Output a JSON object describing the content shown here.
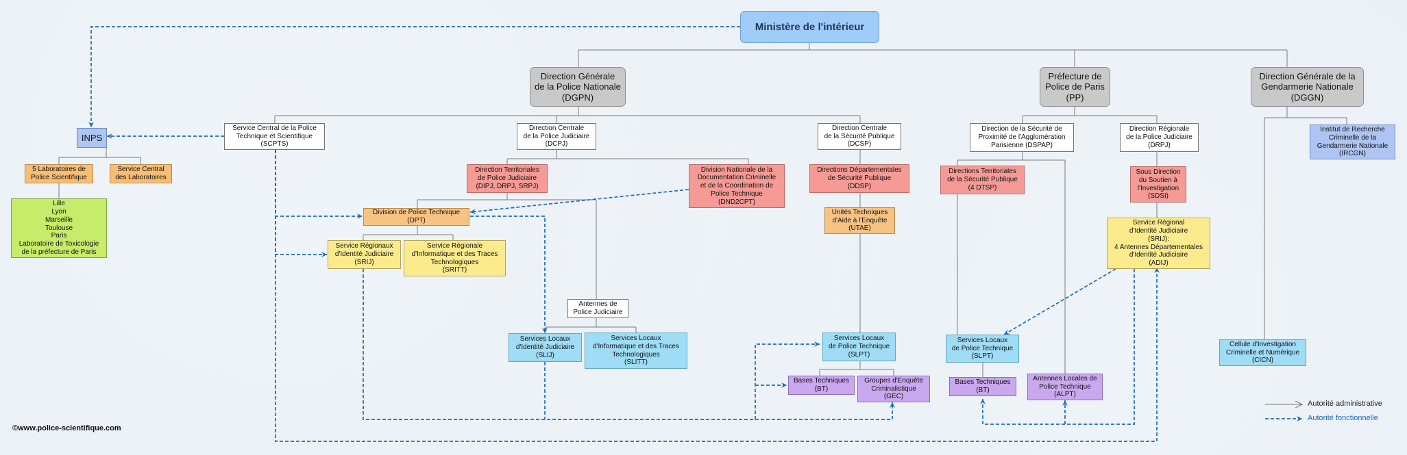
{
  "colors": {
    "admin_line": "#7b7b7b",
    "func_line": "#1c6ab4"
  },
  "nodes": {
    "ministere": "Ministère de l'intérieur",
    "dgpn": "Direction Générale\nde la Police Nationale\n(DGPN)",
    "pp": "Préfecture de\nPolice de Paris\n(PP)",
    "dggn": "Direction Générale de la\nGendarmerie Nationale\n(DGGN)",
    "inps": "INPS",
    "labos5": "5 Laboratoires de\nPolice Scientifique",
    "scl": "Service Central\ndes Laboratoires",
    "villes": "Lille\nLyon\nMarseille\nToulouse\nParis\nLaboratoire de Toxicologie\nde la préfecture de Paris",
    "scpts": "Service Central de la Police\nTechnique et Scientifique\n(SCPTS)",
    "dcpj": "Direction Centrale\nde la Police Judiciaire\n(DCPJ)",
    "dcsp": "Direction Centrale\nde la Sécurité Publique\n(DCSP)",
    "dspap": "Direction de la Sécurité de\nProximité de l'Agglomération\nParisienne (DSPAP)",
    "drpj": "Direction Régionale\nde la Police Judiciaire\n(DRPJ)",
    "ircgn": "Institut de Recherche\nCriminelle de la\nGendarmerie Nationale\n(IRCGN)",
    "dipj": "Direction Territoriales\nde Police Judiciaire\n(DIPJ, DRPJ, SRPJ)",
    "dnd2cpt": "Division Nationale de la\nDocumentation Criminelle\net de la Coordination de\nPolice Technique\n(DND2CPT)",
    "ddsp": "Directions Départementales\nde Sécurité Publique\n(DDSP)",
    "dtsp": "Directions Territoriales\nde la Sécurité Publique\n(4 DTSP)",
    "sdsi": "Sous Direction\ndu Soutien à\nl'Investigation\n(SDSI)",
    "dpt": "Division de Police Technique\n(DPT)",
    "utae": "Unités Techniques\nd'Aide à l'Enquête\n(UTAE)",
    "srij_ligne": "Service Régionaux\nd'Identité Judiciaire\n(SRIJ)",
    "sritt": "Service Régionale\nd'Informatique et des Traces\nTechnologiques\n(SRITT)",
    "srij_pp": "Service Régional\nd'Identité Judiciaire\n(SRIJ):\n4 Antennes Départementales\nd'Identité Judiciaire\n(ADIJ)",
    "antennes_pj": "Antennes de\nPolice Judiciaire",
    "slij": "Services Locaux\nd'Identité Judiciaire\n(SLIJ)",
    "slitt": "Services Locaux\nd'Informatique et des Traces\nTechnologiques\n(SLITT)",
    "slpt_dcsp": "Services Locaux\nde Police Technique\n(SLPT)",
    "slpt_pp": "Services Locaux\nde Police Technique\n(SLPT)",
    "cicn": "Cellule d'Investigation\nCriminelle et Numérique\n(CICN)",
    "bt_dcsp": "Bases Techniques\n(BT)",
    "gec": "Groupes d'Enquête\nCriminalistique\n(GEC)",
    "bt_pp": "Bases Techniques\n(BT)",
    "alpt": "Antennes Locales de\nPolice Technique\n(ALPT)"
  },
  "legend": {
    "admin": "Autorité administrative",
    "func": "Autorité fonctionnelle"
  },
  "copyright": "©www.police-scientifique.com"
}
